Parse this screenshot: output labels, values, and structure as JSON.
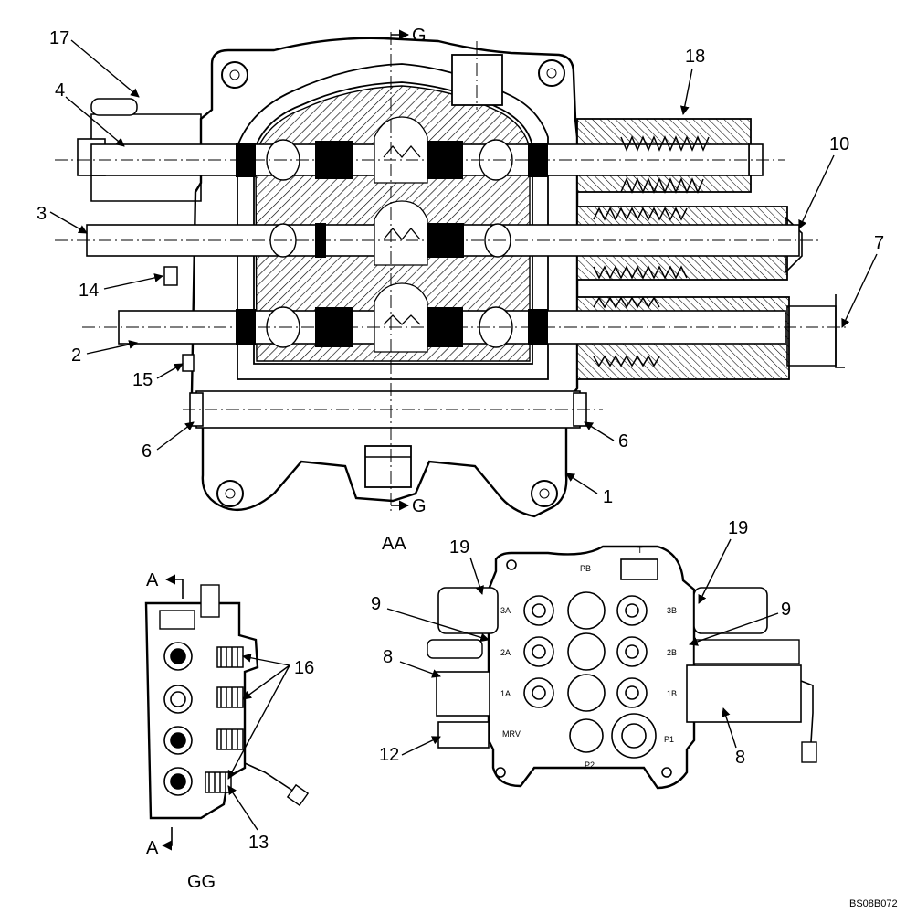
{
  "drawing_id": "BS08B072",
  "views": {
    "main_section": {
      "section_marker": "G"
    },
    "aa": {
      "caption": "AA"
    },
    "gg": {
      "caption": "GG",
      "section_marker": "A"
    }
  },
  "callouts": {
    "c1": "1",
    "c2": "2",
    "c3": "3",
    "c4": "4",
    "c6a": "6",
    "c6b": "6",
    "c7": "7",
    "c8a": "8",
    "c8b": "8",
    "c9a": "9",
    "c9b": "9",
    "c10": "10",
    "c12": "12",
    "c13": "13",
    "c14": "14",
    "c15": "15",
    "c16": "16",
    "c17": "17",
    "c18": "18",
    "c19a": "19",
    "c19b": "19"
  },
  "port_labels": {
    "pb": "PB",
    "t": "T",
    "p3a": "3A",
    "p3b": "3B",
    "p2a": "2A",
    "p2b": "2B",
    "p1a": "1A",
    "p1b": "1B",
    "mrv": "MRV",
    "p1": "P1",
    "p2": "P2"
  },
  "colors": {
    "line": "#000000",
    "paper": "#ffffff",
    "seal": "#000000"
  }
}
